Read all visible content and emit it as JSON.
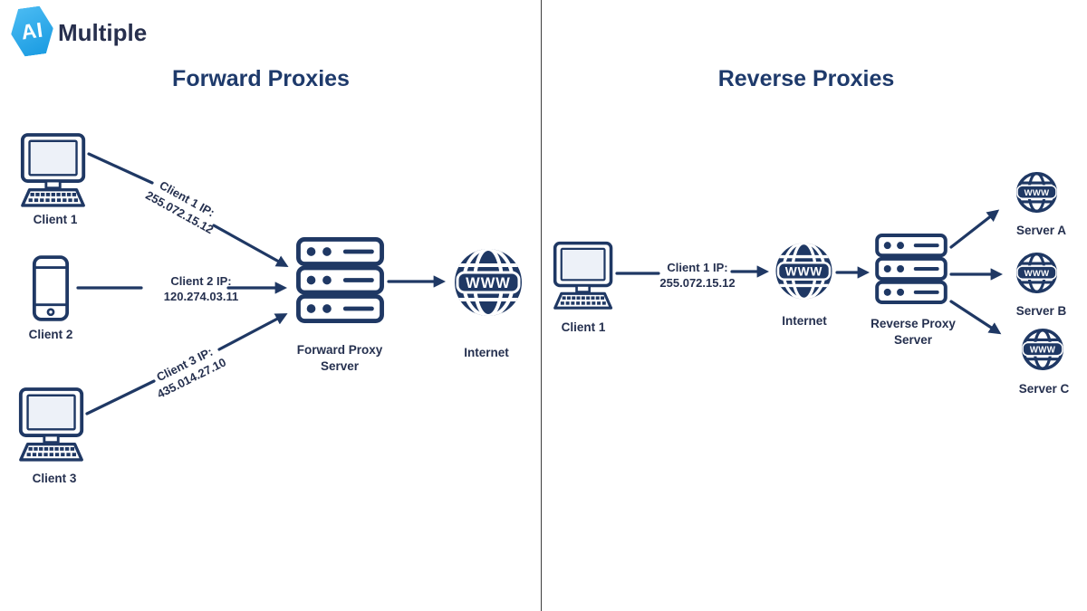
{
  "colors": {
    "navy": "#1f3864",
    "title": "#1e3a6b",
    "label": "#25304f",
    "divider": "#3e3e3e",
    "logo1": "#4cbcf3",
    "logo2": "#189ae1",
    "brand": "#272f4d",
    "screen": "#edf1f8"
  },
  "logo": {
    "badge": "AI",
    "brand": "Multiple"
  },
  "globe_text": "WWW",
  "left": {
    "title": "Forward Proxies",
    "clients": [
      {
        "label": "Client 1",
        "ip_line1": "Client 1 IP:",
        "ip_line2": "255.072.15.12"
      },
      {
        "label": "Client 2",
        "ip_line1": "Client 2 IP:",
        "ip_line2": "120.274.03.11"
      },
      {
        "label": "Client 3",
        "ip_line1": "Client 3 IP:",
        "ip_line2": "435.014.27.10"
      }
    ],
    "proxy_line1": "Forward Proxy",
    "proxy_line2": "Server",
    "internet_label": "Internet"
  },
  "right": {
    "title": "Reverse Proxies",
    "client": {
      "label": "Client 1",
      "ip_line1": "Client 1 IP:",
      "ip_line2": "255.072.15.12"
    },
    "internet_label": "Internet",
    "proxy_line1": "Reverse Proxy",
    "proxy_line2": "Server",
    "servers": [
      {
        "label": "Server A"
      },
      {
        "label": "Server B"
      },
      {
        "label": "Server C"
      }
    ]
  }
}
